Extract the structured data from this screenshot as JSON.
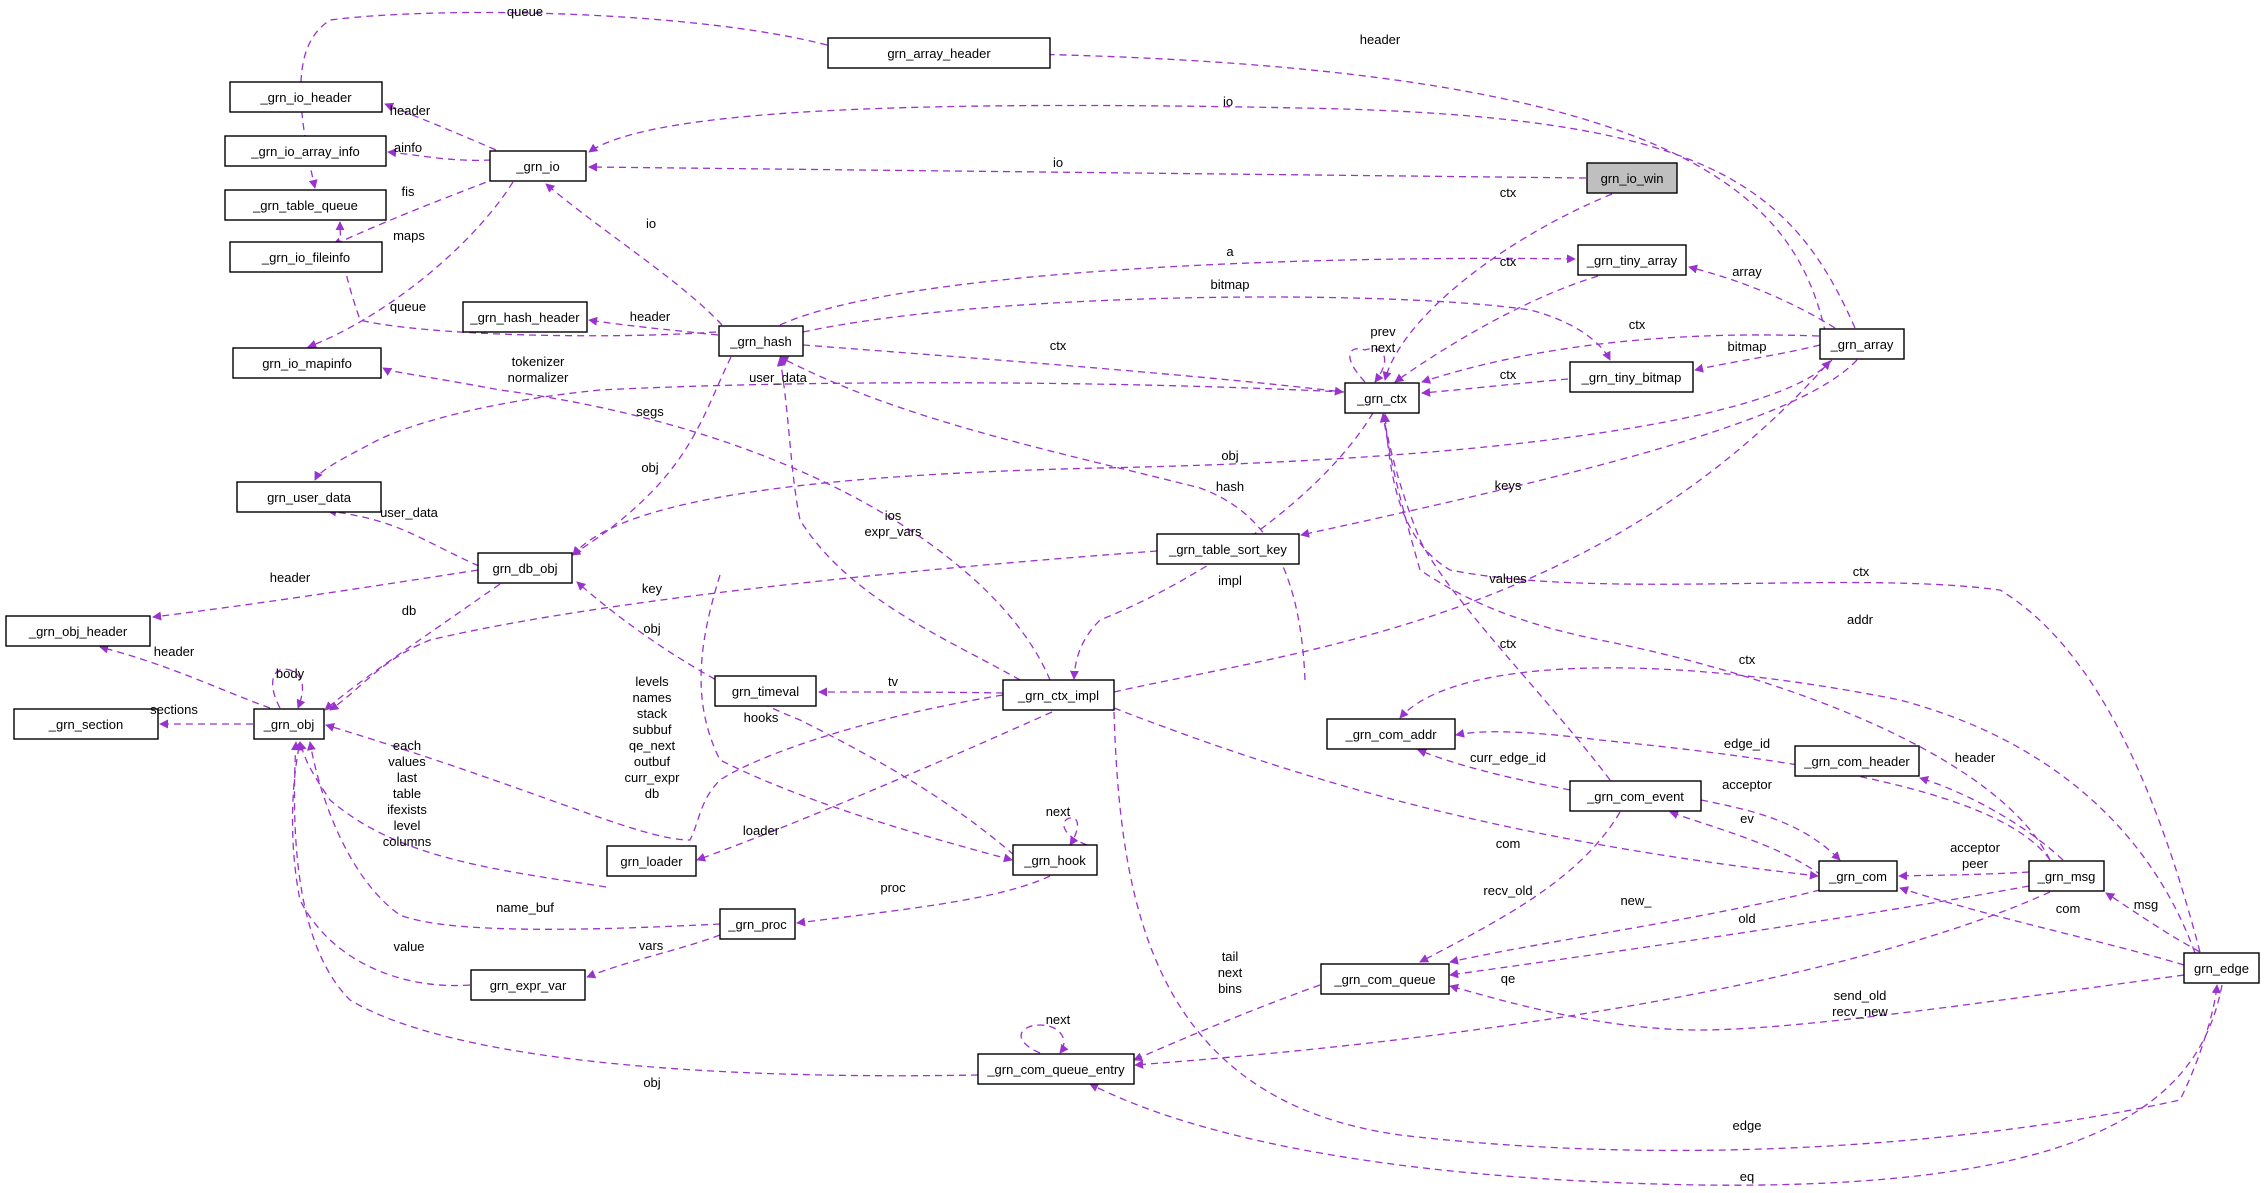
{
  "colors": {
    "edge": "#9a32cd",
    "node_border": "#000000",
    "highlight_fill": "#bfbfbf",
    "background": "#ffffff"
  },
  "nodes": {
    "grn_array_header": "grn_array_header",
    "grn_io_header": "_grn_io_header",
    "grn_io_array_info": "_grn_io_array_info",
    "grn_io": "_grn_io",
    "grn_table_queue": "_grn_table_queue",
    "grn_io_fileinfo": "_grn_io_fileinfo",
    "grn_io_mapinfo": "grn_io_mapinfo",
    "grn_hash_header": "_grn_hash_header",
    "grn_hash": "_grn_hash",
    "grn_io_win": "grn_io_win",
    "grn_tiny_array": "_grn_tiny_array",
    "grn_array": "_grn_array",
    "grn_ctx": "_grn_ctx",
    "grn_tiny_bitmap": "_grn_tiny_bitmap",
    "grn_user_data": "grn_user_data",
    "grn_db_obj": "grn_db_obj",
    "grn_table_sort_key": "_grn_table_sort_key",
    "grn_obj_header": "_grn_obj_header",
    "grn_obj": "_grn_obj",
    "grn_section": "_grn_section",
    "grn_timeval": "grn_timeval",
    "grn_ctx_impl": "_grn_ctx_impl",
    "grn_com_addr": "_grn_com_addr",
    "grn_com_header": "_grn_com_header",
    "grn_com_event": "_grn_com_event",
    "grn_loader": "grn_loader",
    "grn_hook": "_grn_hook",
    "grn_com": "_grn_com",
    "grn_msg": "_grn_msg",
    "grn_proc": "_grn_proc",
    "grn_edge": "grn_edge",
    "grn_com_queue": "_grn_com_queue",
    "grn_expr_var": "grn_expr_var",
    "grn_com_queue_entry": "_grn_com_queue_entry"
  },
  "edge_labels": {
    "queue_top": "queue",
    "header_array": "header",
    "io_array": "io",
    "header_io": "header",
    "ainfo": "ainfo",
    "io_win": "io",
    "fis": "fis",
    "maps": "maps",
    "io_hash": "io",
    "ctx_win": "ctx",
    "a": "a",
    "ctx_tiny": "ctx",
    "array": "array",
    "queue_hash": "queue",
    "header_hash": "header",
    "bitmap": "bitmap",
    "prev": "prev",
    "next_ctx": "next",
    "ctx_arr": "ctx",
    "bitmap_arr": "bitmap",
    "tokenizer": "tokenizer",
    "normalizer": "normalizer",
    "user_data_ctx": "user_data",
    "ctx_hash": "ctx",
    "ctx_bitmap": "ctx",
    "segs": "segs",
    "obj_hash": "obj",
    "obj_arr": "obj",
    "keys": "keys",
    "hash_impl": "hash",
    "user_data_db": "user_data",
    "ios": "ios",
    "expr_vars": "expr_vars",
    "header_db": "header",
    "key": "key",
    "impl": "impl",
    "values": "values",
    "ctx_edge": "ctx",
    "db": "db",
    "obj_hook": "obj",
    "addr": "addr",
    "ctx_event": "ctx",
    "header_obj": "header",
    "body": "body",
    "levels": "levels",
    "names": "names",
    "stack": "stack",
    "subbuf": "subbuf",
    "qe_next": "qe_next",
    "outbuf": "outbuf",
    "curr_expr": "curr_expr",
    "db_impl": "db",
    "tv": "tv",
    "ctx_msg": "ctx",
    "hooks": "hooks",
    "sections": "sections",
    "each": "each",
    "values_l": "values",
    "last": "last",
    "table": "table",
    "ifexists": "ifexists",
    "level": "level",
    "columns": "columns",
    "curr_edge_id": "curr_edge_id",
    "edge_id": "edge_id",
    "header_msg": "header",
    "acceptor": "acceptor",
    "next_hook": "next",
    "ev": "ev",
    "loader": "loader",
    "com_impl": "com",
    "acceptor_msg": "acceptor",
    "peer": "peer",
    "name_buf": "name_buf",
    "proc": "proc",
    "recv_old": "recv_old",
    "new_": "new_",
    "old": "old",
    "msg": "msg",
    "com_edge": "com",
    "value": "value",
    "vars": "vars",
    "tail": "tail",
    "next_q": "next",
    "bins": "bins",
    "qe": "qe",
    "next_qe": "next",
    "send_old": "send_old",
    "recv_new": "recv_new",
    "obj_qe": "obj",
    "edge": "edge",
    "eq": "eq"
  }
}
